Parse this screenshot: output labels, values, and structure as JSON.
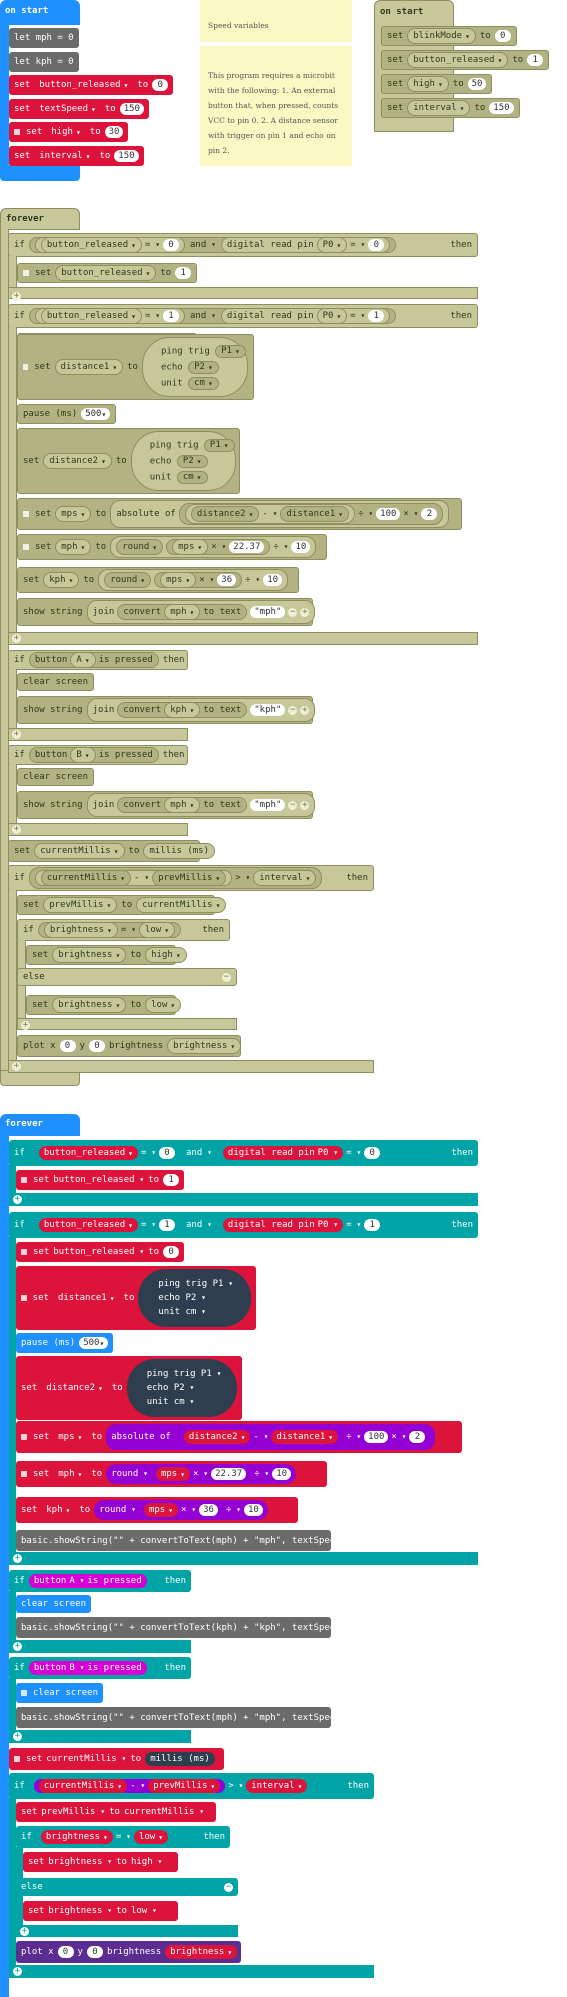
{
  "colors": {
    "basic": "#1e90ff",
    "variables": "#dc143c",
    "logic": "#00a4a6",
    "math": "#9400d3",
    "input": "#d400d4",
    "text": "#2f4f4f",
    "ghost": "#c6c89a"
  },
  "on_start_1": {
    "title": "on start",
    "lines": [
      "let mph = 0",
      "let kph = 0"
    ],
    "sets": [
      {
        "var": "button_released",
        "value": "0"
      },
      {
        "var": "textSpeed",
        "value": "150"
      },
      {
        "var": "high",
        "value": "30"
      },
      {
        "var": "interval",
        "value": "150"
      }
    ],
    "set_kw": "set",
    "to_kw": "to"
  },
  "comments": {
    "c1": "Speed variables",
    "c2": "This program requires a microbit with the following: 1. An external button that, when pressed, counts VCC to pin 0. 2. A distance sensor with trigger on pin 1 and echo on pin 2."
  },
  "on_start_2": {
    "title": "on start",
    "sets": [
      {
        "var": "blinkMode",
        "value": "0"
      },
      {
        "var": "button_released",
        "value": "1"
      },
      {
        "var": "high",
        "value": "50"
      },
      {
        "var": "interval",
        "value": "150"
      }
    ]
  },
  "forever": {
    "title": "forever",
    "if_kw": "if",
    "then_kw": "then",
    "else_kw": "else",
    "and_kw": "and",
    "var_button_released": "button_released",
    "eq": "=",
    "v0": "0",
    "v1": "1",
    "digital_read": "digital read pin",
    "pin_p0": "P0",
    "set_kw": "set",
    "to_kw": "to",
    "distance1": "distance1",
    "distance2": "distance2",
    "ping_trig": "ping trig",
    "p1": "P1",
    "echo": "echo",
    "p2": "P2",
    "unit": "unit",
    "cm": "cm",
    "pause": "pause (ms)",
    "pause_val": "500",
    "mps": "mps",
    "absolute_of": "absolute of",
    "minus": "-",
    "div": "÷",
    "times": "×",
    "hundred": "100",
    "two": "2",
    "mph": "mph",
    "kph": "kph",
    "round": "round",
    "k1": "22.37",
    "k2": "10",
    "k3": "36",
    "show_string": "show string",
    "join": "join",
    "convert": "convert",
    "to_text": "to text",
    "mph_str": "\"mph\"",
    "kph_str": "\"kph\"",
    "button_kw": "button",
    "a": "A",
    "b": "B",
    "is_pressed": "is pressed",
    "clear_screen": "clear screen",
    "currentMillis": "currentMillis",
    "prevMillis": "prevMillis",
    "millis": "millis (ms)",
    "gt": ">",
    "interval": "interval",
    "brightness": "brightness",
    "low": "low",
    "high": "high",
    "plot_x": "plot x",
    "y_kw": "y",
    "brightness_kw": "brightness",
    "js_mph": "basic.showString(\"\" + convertToText(mph) + \"mph\", textSpeed)",
    "js_kph": "basic.showString(\"\" + convertToText(kph) + \"kph\", textSpeed)"
  }
}
